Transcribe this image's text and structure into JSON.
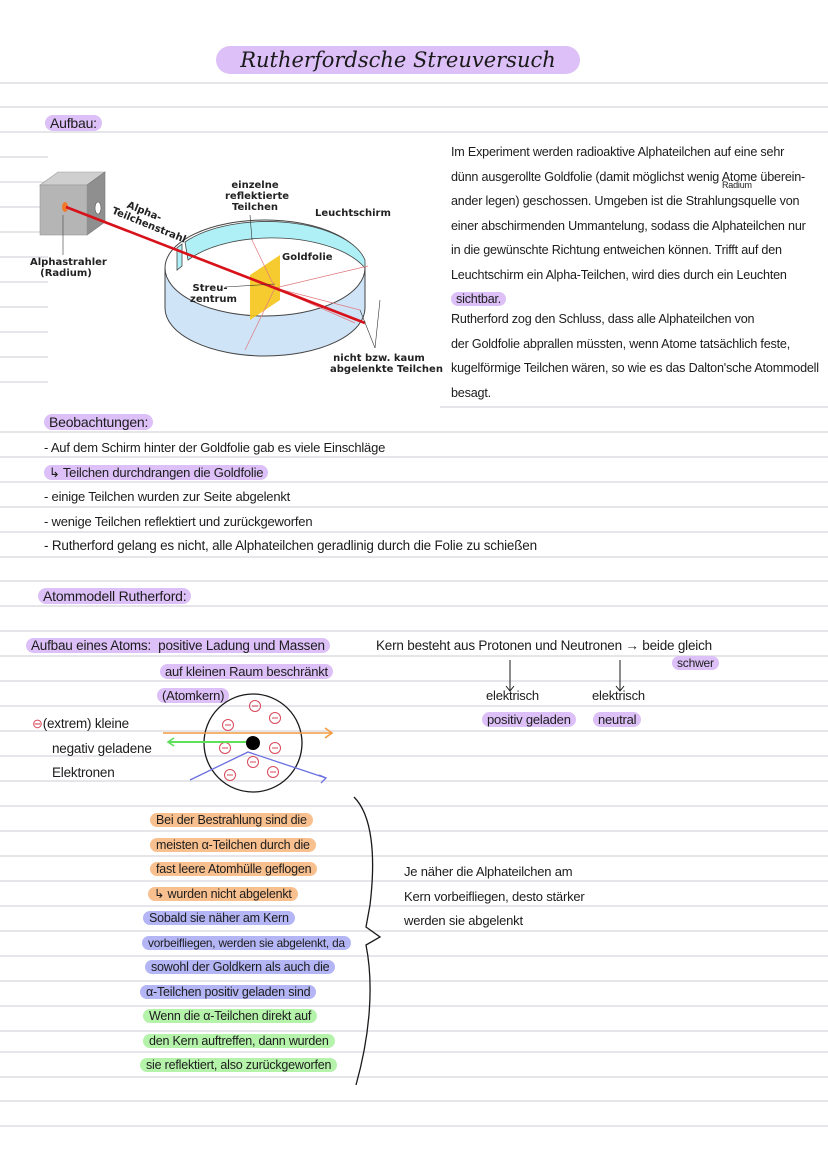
{
  "page": {
    "title": "Rutherfordsche Streuversuch",
    "colors": {
      "purple_highlight": "#dcc0f7",
      "orange_highlight": "#f9c08f",
      "blue_highlight": "#b3b5f5",
      "green_highlight": "#b5f3ab",
      "ruled_line": "#e6e6ea",
      "beam_red": "#d8121b",
      "screen_cyan": "#aef0f5",
      "gold_foil": "#f5c518"
    }
  },
  "aufbau": {
    "heading": "Aufbau:",
    "diagram": {
      "labels": {
        "source": "Alphastrahler",
        "source_sub": "(Radium)",
        "beam": "Alpha-",
        "beam2": "Teilchenstrahl",
        "reflected_1": "einzelne",
        "reflected_2": "reflektierte",
        "reflected_3": "Teilchen",
        "screen": "Leuchtschirm",
        "foil": "Goldfolie",
        "center_1": "Streu-",
        "center_2": "zentrum",
        "undeflected_1": "nicht bzw. kaum",
        "undeflected_2": "abgelenkte Teilchen"
      }
    },
    "text_lines": [
      "Im Experiment werden radioaktive Alphateilchen auf eine sehr",
      "dünn ausgerollte Goldfolie (damit möglichst wenig Atome überein-",
      "ander legen) geschossen. Umgeben ist die Strahlungsquelle von",
      "einer abschirmenden Ummantelung, sodass die Alphateilchen nur",
      "in die gewünschte Richtung entweichen können. Trifft auf den",
      "Leuchtschirm ein Alpha-Teilchen, wird dies durch ein Leuchten",
      "sichtbar.",
      "Rutherford zog den Schluss, dass alle Alphateilchen von",
      "der Goldfolie abprallen müssten, wenn Atome tatsächlich feste,",
      "kugelförmige Teilchen wären, so wie es das Dalton'sche Atommodell",
      "besagt."
    ],
    "annotation_above": "Radium"
  },
  "beobachtungen": {
    "heading": "Beobachtungen:",
    "items": [
      "- Auf dem Schirm hinter der Goldfolie gab es viele Einschläge",
      "↳ Teilchen durchdrangen die Goldfolie",
      "- einige Teilchen wurden zur Seite abgelenkt",
      "- wenige Teilchen reflektiert und zurückgeworfen",
      "- Rutherford gelang es nicht, alle Alphateilchen geradlinig durch die Folie zu schießen"
    ]
  },
  "atommodell": {
    "heading": "Atommodell Rutherford:",
    "aufbau_label": "Aufbau eines Atoms:",
    "aufbau_text_1": "positive Ladung und Massen",
    "aufbau_text_2": "auf kleinen Raum beschränkt",
    "aufbau_text_3": "(Atomkern)",
    "electron_symbol": "⊖",
    "electron_text_1": "(extrem) kleine",
    "electron_text_2": "negativ geladene",
    "electron_text_3": "Elektronen",
    "kern": {
      "line": "Kern besteht aus Protonen und Neutronen → beide gleich",
      "line_2": "schwer",
      "protonen_1": "elektrisch",
      "protonen_2": "positiv geladen",
      "neutronen_1": "elektrisch",
      "neutronen_2": "neutral"
    }
  },
  "erklaerung": {
    "orange": [
      "Bei der Bestrahlung sind die",
      "meisten α-Teilchen durch die",
      "fast leere Atomhülle geflogen",
      "↳ wurden nicht abgelenkt"
    ],
    "blue": [
      "Sobald sie näher am Kern",
      "vorbeifliegen, werden sie abgelenkt, da",
      "sowohl der Goldkern als auch die",
      "α-Teilchen positiv geladen sind"
    ],
    "green": [
      "Wenn die α-Teilchen direkt auf",
      "den Kern auftreffen, dann wurden",
      "sie reflektiert, also zurückgeworfen"
    ],
    "summary": [
      "Je näher die Alphateilchen am",
      "Kern vorbeifliegen, desto stärker",
      "werden sie abgelenkt"
    ]
  }
}
